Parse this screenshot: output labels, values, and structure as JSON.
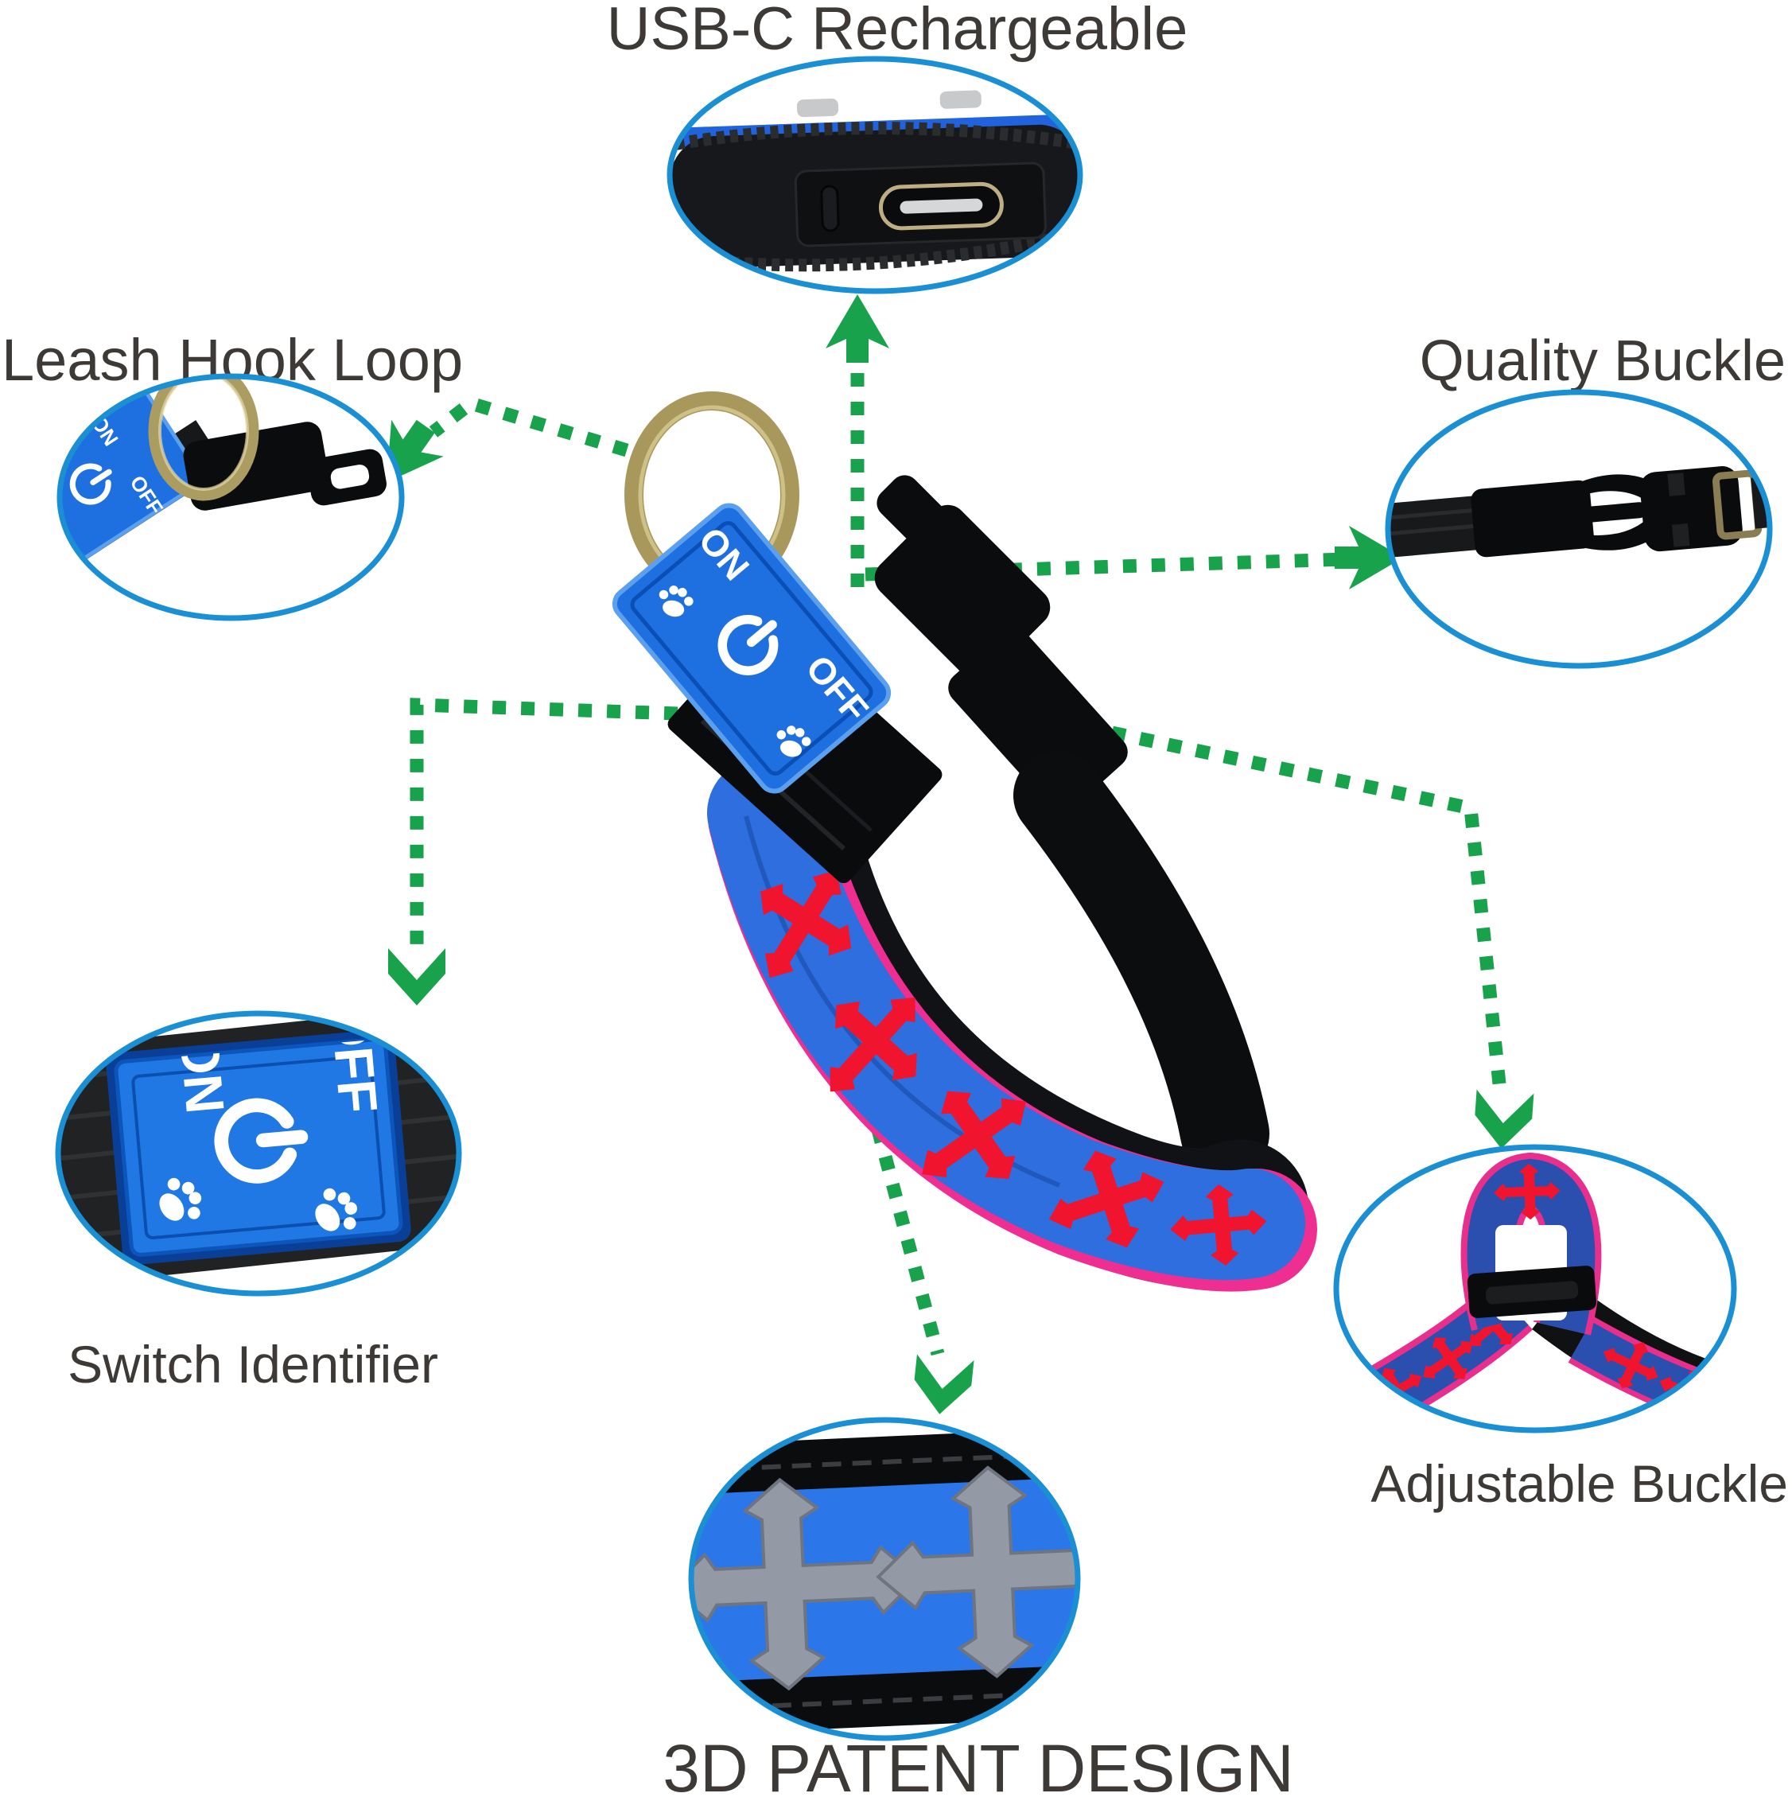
{
  "figure": {
    "type": "product-feature-diagram",
    "product": "LED dog collar with cross pattern"
  },
  "callouts": {
    "usb": {
      "label": "USB-C Rechargeable"
    },
    "leash": {
      "label": "Leash Hook Loop"
    },
    "quality": {
      "label": "Quality Buckle"
    },
    "switch": {
      "label": "Switch Identifier"
    },
    "adjust": {
      "label": "Adjustable Buckle"
    },
    "patent": {
      "label": "3D PATENT DESIGN"
    }
  },
  "switch_tag": {
    "on": "ON",
    "off": "OFF",
    "power_icon": "power-icon",
    "paw_icon": "paw-icon"
  },
  "collar_tag": {
    "on": "ON",
    "off": "OFF",
    "power_icon": "power-icon",
    "paw_icon": "paw-icon"
  },
  "icons": {
    "power": "power-icon",
    "paw": "paw-icon",
    "cross": "gothic-cross-motif",
    "arrow": "green-dotted-arrow"
  },
  "palette": {
    "background": "#ffffff",
    "label_text": "#3d3936",
    "ellipse_stroke": "#1a8fd4",
    "arrow_green": "#17a24b",
    "collar_blue": "#2e6ede",
    "tag_blue": "#1e6fe0",
    "tag_border_light": "#5aa0ee",
    "tag_border_dark": "#0a4fb5",
    "cross_red": "#f0142f",
    "trim_pink": "#ef2e92",
    "brass": "#ab9c62",
    "hardware_black": "#0e0f11",
    "patent_cross_gray": "#939aa5",
    "navy_strap": "#2b4fae"
  }
}
